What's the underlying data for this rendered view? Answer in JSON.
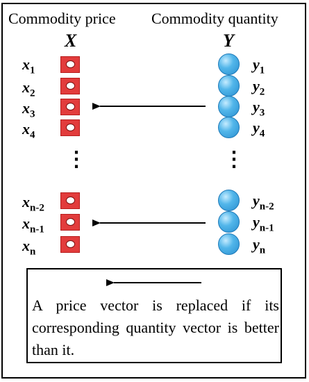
{
  "headers": {
    "price": "Commodity price",
    "quantity": "Commodity quantity",
    "x_symbol": "X",
    "y_symbol": "Y"
  },
  "x_labels": [
    {
      "base": "x",
      "sub": "1"
    },
    {
      "base": "x",
      "sub": "2"
    },
    {
      "base": "x",
      "sub": "3"
    },
    {
      "base": "x",
      "sub": "4"
    },
    {
      "base": "x",
      "sub": "n-2"
    },
    {
      "base": "x",
      "sub": "n-1"
    },
    {
      "base": "x",
      "sub": "n"
    }
  ],
  "y_labels": [
    {
      "base": "y",
      "sub": "1"
    },
    {
      "base": "y",
      "sub": "2"
    },
    {
      "base": "y",
      "sub": "3"
    },
    {
      "base": "y",
      "sub": "4"
    },
    {
      "base": "y",
      "sub": "n-2"
    },
    {
      "base": "y",
      "sub": "n-1"
    },
    {
      "base": "y",
      "sub": "n"
    }
  ],
  "ellipsis": "⋮",
  "legend": {
    "text": "A price vector is replaced if its corresponding quantity vector is better than it."
  },
  "colors": {
    "price_square": "#e23c3c",
    "quantity_circle": "#3aa8e4",
    "line": "#000000"
  }
}
